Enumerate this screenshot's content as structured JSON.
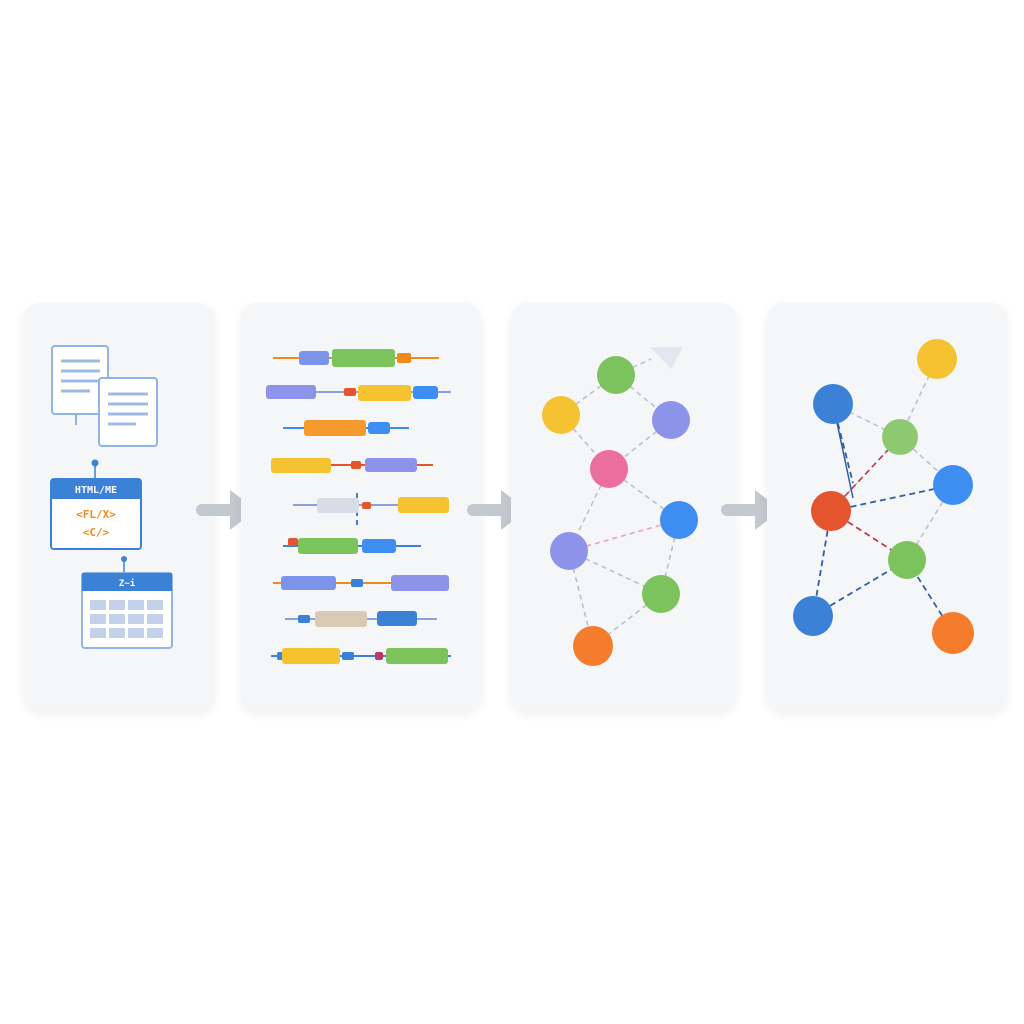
{
  "source_panel": {
    "html_window_title": "HTML/ME",
    "code_line_1": "<FL/X>",
    "code_line_2": "<C/>",
    "table_window_title": "Z~i"
  },
  "icons": {
    "documents": "document-icon",
    "html": "code-window-icon",
    "table": "table-window-icon",
    "arrows": "arrow-right-icon"
  },
  "colors": {
    "blue": "#3b82d6",
    "bright_blue": "#3d8ef0",
    "green": "#7cc25d",
    "yellow": "#f5c232",
    "purple": "#8e93ea",
    "pink": "#ea6f9a",
    "orange": "#f57c2c",
    "red": "#e4542f",
    "arrow": "#c4c9cf",
    "panel": "#f5f6f8"
  }
}
